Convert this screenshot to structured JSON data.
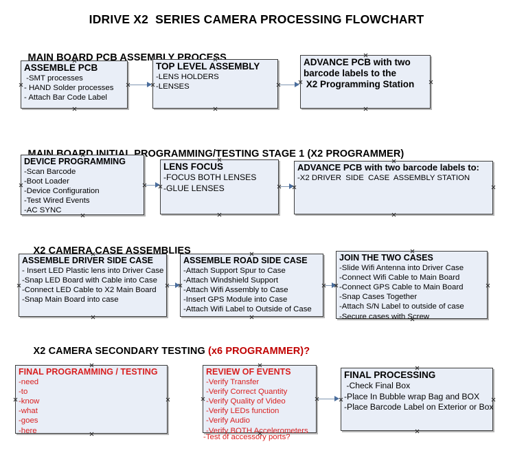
{
  "title": "IDRIVE X2  SERIES CAMERA PROCESSING FLOWCHART",
  "colors": {
    "accent_red": "#d81f1f",
    "box_fill": "#e9eef7",
    "box_border": "#3c3c3c",
    "connector": "#7f95b0",
    "arrow": "#4a6d9c",
    "text": "#000000"
  },
  "sections": [
    {
      "heading": "MAIN BOARD PCB ASSEMBLY PROCESS",
      "heading_accent": "",
      "nodes": [
        {
          "title": "ASSEMBLE PCB",
          "lines": [
            " -SMT processes",
            "- HAND Solder processes",
            "- Attach Bar Code Label"
          ]
        },
        {
          "title": "TOP LEVEL ASSEMBLY",
          "lines": [
            "-LENS HOLDERS",
            "-LENSES"
          ]
        },
        {
          "title": "ADVANCE PCB with two",
          "lines": [
            "barcode labels to the",
            " X2 Programming Station"
          ]
        }
      ]
    },
    {
      "heading": "MAIN BOARD INITIAL PROGRAMMING/TESTING STAGE 1 (X2 PROGRAMMER)",
      "heading_accent": "",
      "nodes": [
        {
          "title": "DEVICE PROGRAMMING",
          "lines": [
            "-Scan Barcode",
            "-Boot Loader",
            "-Device Configuration",
            "-Test Wired Events",
            "-AC SYNC"
          ]
        },
        {
          "title": "LENS FOCUS",
          "lines": [
            "-FOCUS BOTH LENSES",
            "-GLUE LENSES"
          ]
        },
        {
          "title": "ADVANCE PCB with two barcode labels to:",
          "lines": [
            "-X2 DRIVER  SIDE  CASE  ASSEMBLY STATION"
          ]
        }
      ]
    },
    {
      "heading": "X2 CAMERA CASE ASSEMBLIES",
      "heading_accent": "",
      "nodes": [
        {
          "title": "ASSEMBLE DRIVER SIDE CASE",
          "lines": [
            "- Insert LED Plastic lens into Driver Case",
            "-Snap LED Board with Cable into Case",
            "-Connect LED Cable to X2 Main Board",
            "-Snap Main Board into case"
          ]
        },
        {
          "title": "ASSEMBLE ROAD SIDE CASE",
          "lines": [
            "-Attach Support Spur to Case",
            "-Attach Windshield Support",
            "-Attach Wifi Assembly to Case",
            "-Insert GPS Module into Case",
            "-Attach Wifi Label to Outside of Case"
          ]
        },
        {
          "title": "JOIN THE TWO CASES",
          "lines": [
            "-Slide Wifi Antenna into Driver Case",
            "-Connect Wifi Cable to Main Board",
            "-Connect GPS Cable to Main Board",
            "-Snap Cases Together",
            "-Attach S/N Label to outside of case",
            "-Secure cases with Screw"
          ]
        }
      ]
    },
    {
      "heading": "X2 CAMERA SECONDARY TESTING ",
      "heading_accent": "(x6 PROGRAMMER)?",
      "nodes": [
        {
          "title": "FINAL PROGRAMMING / TESTING",
          "lines": [
            "-need",
            "-to",
            "-know",
            "-what",
            "-goes",
            "-here"
          ]
        },
        {
          "title": "REVIEW OF EVENTS",
          "lines": [
            "-Verify Transfer",
            "-Verify Correct Quantity",
            "-Verify Quality of Video",
            "-Verify LEDs function",
            "-Verify Audio",
            "-Verify BOTH Accelerometers"
          ],
          "overflow_line": "-Test of accessory ports?"
        },
        {
          "title": "FINAL PROCESSING",
          "lines": [
            " -Check Final Box",
            "-Place In Bubble wrap Bag and BOX",
            "-Place Barcode Label on Exterior or Box"
          ]
        }
      ]
    }
  ]
}
